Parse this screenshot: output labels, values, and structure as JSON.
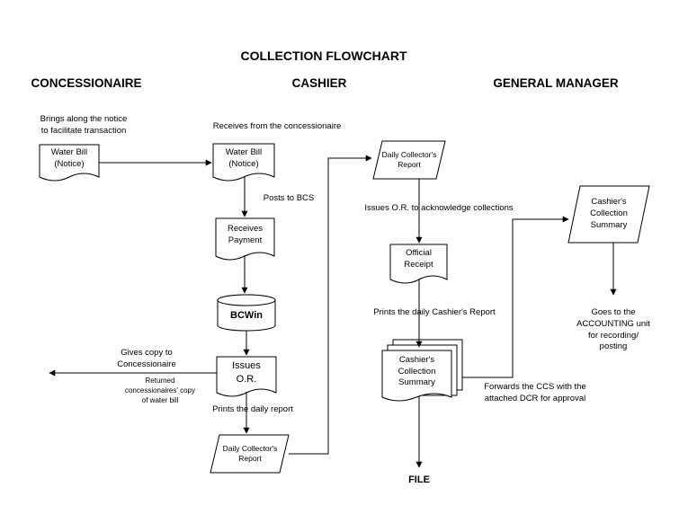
{
  "title": "COLLECTION FLOWCHART",
  "lanes": {
    "concessionaire": "CONCESSIONAIRE",
    "cashier": "CASHIER",
    "general_manager": "GENERAL MANAGER"
  },
  "shapes": {
    "water_bill_1": "Water Bill\n(Notice)",
    "water_bill_2": "Water Bill\n(Notice)",
    "receives_payment": "Receives\nPayment",
    "bcwin": "BCWin",
    "issues_or": "Issues\nO.R.",
    "dcr_bottom": "Daily Collector's\nReport",
    "dcr_top": "Daily Collector's\nReport",
    "official_receipt": "Official\nReceipt",
    "ccs_document": "Cashier's\nCollection\nSummary",
    "ccs_gm": "Cashier's\nCollection\nSummary",
    "file": "FILE"
  },
  "notes": {
    "brings_along": "Brings along the notice\nto facilitate transaction",
    "receives_from": "Receives from the concessionaire",
    "posts_to_bcs": "Posts to BCS",
    "gives_copy": "Gives copy to\nConcessionaire",
    "returned_copy": "Returned\nconcessionaires' copy\nof water bill",
    "prints_daily_report": "Prints the daily report",
    "issues_or_ack": "Issues O.R. to acknowledge collections",
    "prints_cashiers_report": "Prints the daily Cashier's Report",
    "forwards_ccs": "Forwards the CCS with the\nattached DCR for approval",
    "goes_to_accounting": "Goes to the\nACCOUNTING unit\nfor recording/\nposting"
  }
}
